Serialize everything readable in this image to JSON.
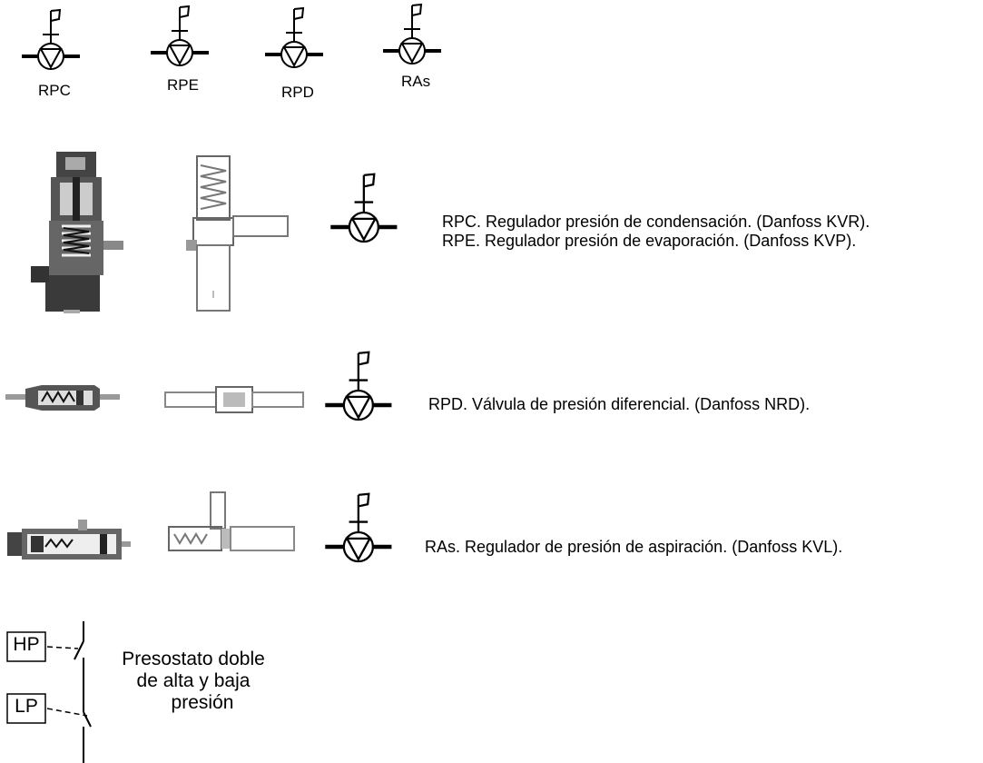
{
  "top_symbols": [
    {
      "label": "RPC"
    },
    {
      "label": "RPE"
    },
    {
      "label": "RPD"
    },
    {
      "label": "RAs"
    }
  ],
  "rows": [
    {
      "lines": [
        "RPC. Regulador presión de condensación. (Danfoss KVR).",
        "RPE. Regulador presión de evaporación. (Danfoss KVP)."
      ]
    },
    {
      "lines": [
        "RPD. Válvula de presión diferencial. (Danfoss NRD)."
      ]
    },
    {
      "lines": [
        "RAs.  Regulador de presión de aspiración. (Danfoss KVL)."
      ]
    }
  ],
  "pressure_switch": {
    "hp_label": "HP",
    "lp_label": "LP",
    "lines": [
      "Presostato doble",
      "de alta y baja",
      "presión"
    ]
  }
}
